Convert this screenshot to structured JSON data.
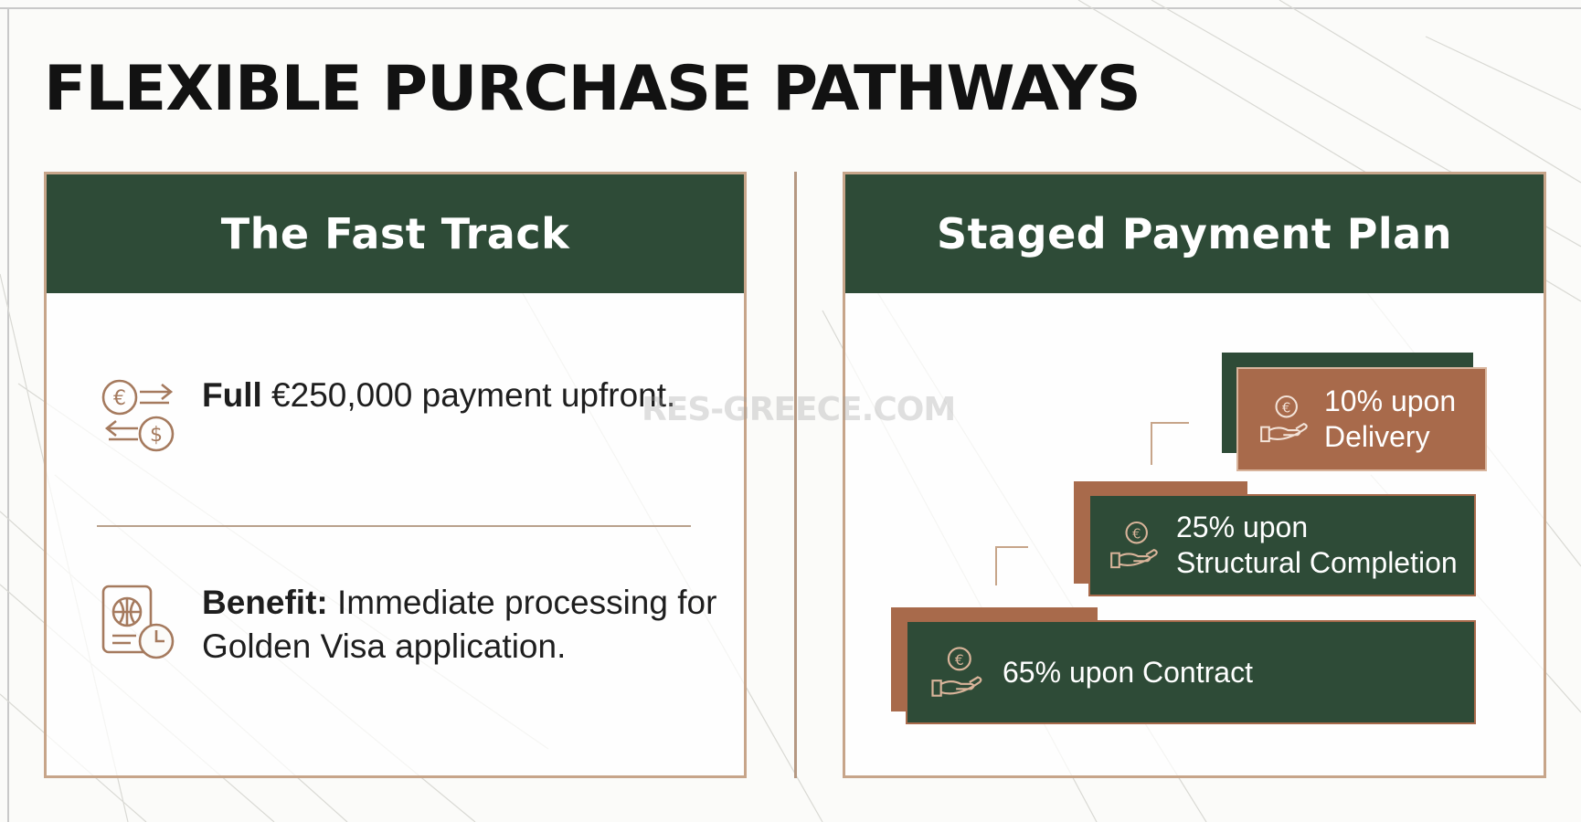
{
  "title": "FLEXIBLE PURCHASE PATHWAYS",
  "watermark": "RES-GREECE.COM",
  "colors": {
    "panel_header": "#2e4b37",
    "accent_copper": "#a86a4b",
    "border": "#c7a58a"
  },
  "left_panel": {
    "header": "The Fast Track",
    "fast": {
      "bold": "Full",
      "text": " €250,000 payment upfront.",
      "icon": "euro-dollar-exchange-icon"
    },
    "benefit": {
      "bold": "Benefit:",
      "text": " Immediate processing for Golden Visa application.",
      "icon": "passport-clock-icon"
    }
  },
  "right_panel": {
    "header": "Staged Payment Plan",
    "stages": [
      {
        "label_line1": "10% upon",
        "label_line2": "Delivery",
        "icon": "euro-hand-icon"
      },
      {
        "label_line1": "25% upon",
        "label_line2": "Structural Completion",
        "icon": "euro-hand-icon"
      },
      {
        "label_line1": "65% upon Contract",
        "label_line2": "",
        "icon": "euro-hand-icon"
      }
    ]
  }
}
